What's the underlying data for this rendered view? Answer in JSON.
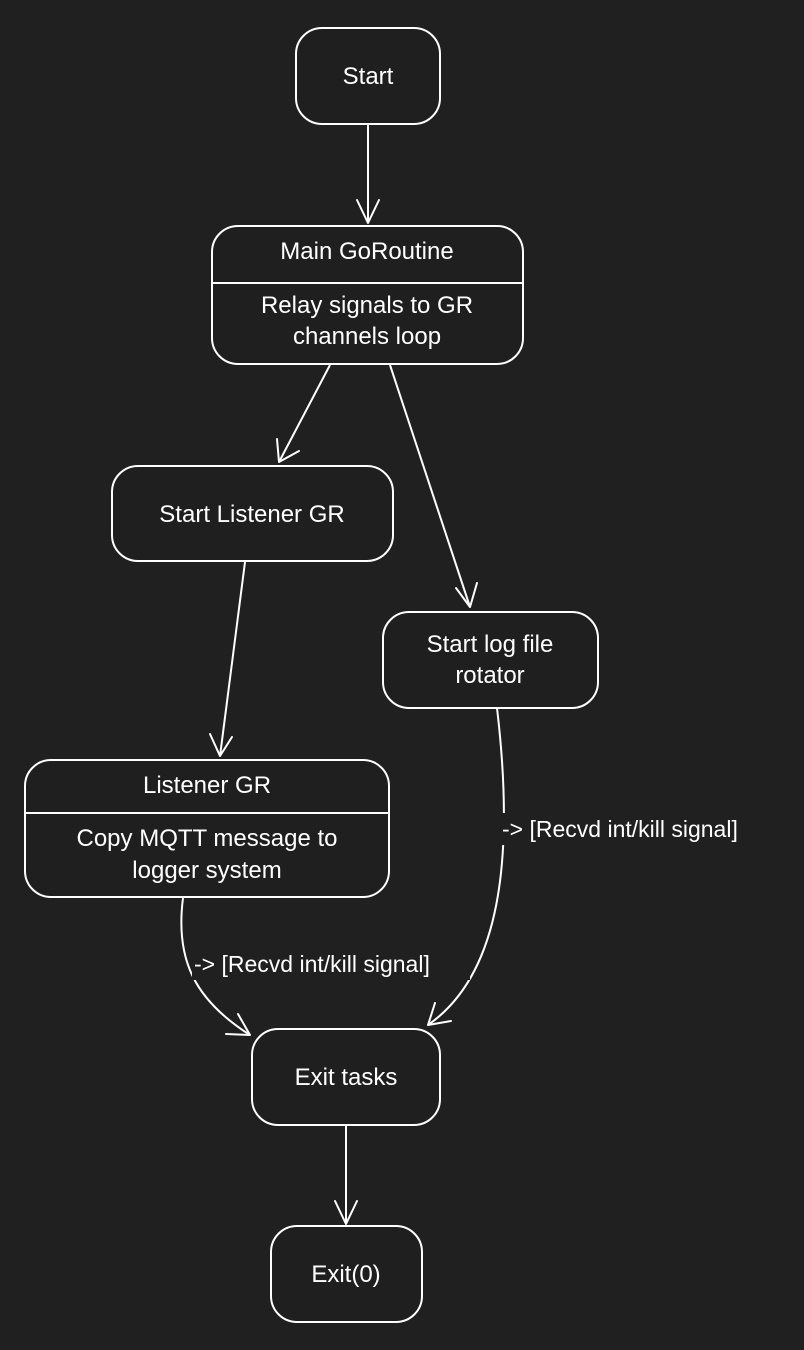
{
  "diagram": {
    "nodes": {
      "start": {
        "label": "Start"
      },
      "main": {
        "title": "Main GoRoutine",
        "body_line1": "Relay signals to GR",
        "body_line2": "channels loop"
      },
      "start_listener": {
        "label": "Start Listener GR"
      },
      "log_rotator": {
        "line1": "Start log file",
        "line2": "rotator"
      },
      "listener": {
        "title": "Listener GR",
        "body_line1": "Copy MQTT message to",
        "body_line2": "logger system"
      },
      "exit_tasks": {
        "label": "Exit tasks"
      },
      "exit": {
        "label": "Exit(0)"
      }
    },
    "edges": {
      "listener_to_exit": {
        "label": "-> [Recvd int/kill signal]"
      },
      "rotator_to_exit": {
        "label": "-> [Recvd int/kill signal]"
      }
    }
  }
}
